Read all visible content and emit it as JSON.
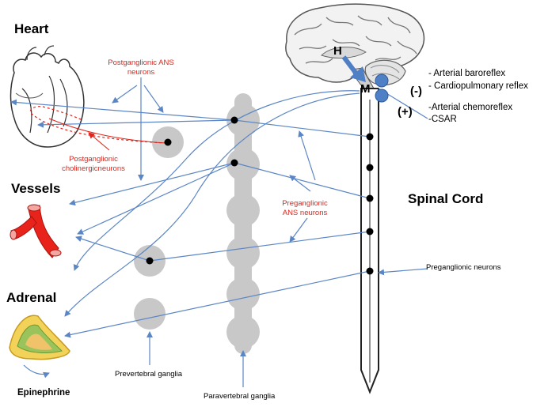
{
  "labels": {
    "heart": "Heart",
    "vessels": "Vessels",
    "adrenal": "Adrenal",
    "epinephrine": "Epinephrine",
    "spinal_cord": "Spinal Cord",
    "postganglionic_ans": "Postganglionic ANS neurons",
    "postganglionic_cholinergic": "Postganglionic cholinergicneurons",
    "preganglionic_ans": "Preganglionic ANS neurons",
    "preganglionic_neurons": "Preganglionic neurons",
    "prevertebral_ganglia": "Prevertebral ganglia",
    "paravertebral_ganglia": "Paravertebral ganglia",
    "brain_h": "H",
    "brain_m": "M"
  },
  "reflexes": {
    "inhibitory_sign": "(-)",
    "excitatory_sign": "(+)",
    "arterial_baroreflex": "- Arterial baroreflex",
    "cardiopulmonary_reflex": "- Cardiopulmonary reflex",
    "arterial_chemoreflex": "-Arterial chemoreflex",
    "csar": "-CSAR"
  },
  "colors": {
    "nerve_line": "#5b86c5",
    "label_red": "#e0241b",
    "ganglion_gray": "#c8c8c8",
    "brain_marker_blue": "#4f7fc4",
    "vessel_red": "#e8231c",
    "adrenal_yellow": "#f3d25a",
    "adrenal_green": "#9bc35b"
  }
}
